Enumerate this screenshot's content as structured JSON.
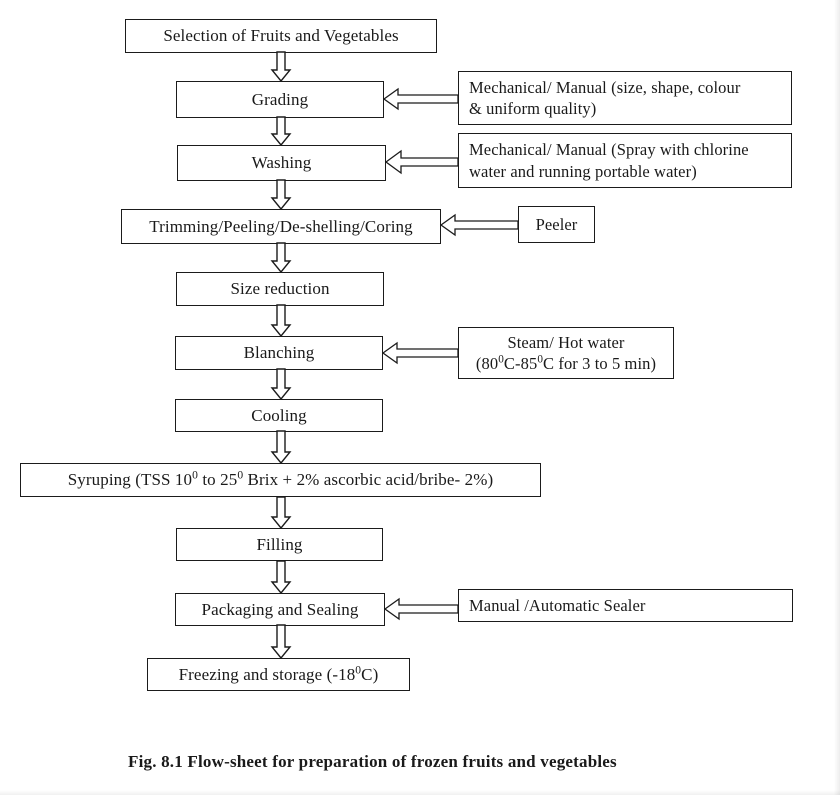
{
  "figure": {
    "caption": "Fig. 8.1 Flow-sheet for preparation of frozen fruits and vegetables",
    "background_color": "#ffffff",
    "line_color": "#1b1b1b"
  },
  "chart_data": {
    "type": "diagram",
    "title": "Fig. 8.1 Flow-sheet for preparation of frozen fruits and vegetables",
    "orientation": "top-to-bottom",
    "main_steps": [
      "Selection of Fruits and Vegetables",
      "Grading",
      "Washing",
      "Trimming/Peeling/De-shelling/Coring",
      "Size reduction",
      "Blanching",
      "Cooling",
      "Syruping (TSS 10⁰ to 25⁰ Brix + 2% ascorbic acid/bribe- 2%)",
      "Filling",
      "Packaging and Sealing",
      "Freezing and storage (-18⁰C)"
    ],
    "annotations": [
      {
        "target": "Grading",
        "text": "Mechanical/ Manual (size, shape, colour & uniform quality)"
      },
      {
        "target": "Washing",
        "text": "Mechanical/ Manual (Spray with chlorine water and running portable water)"
      },
      {
        "target": "Trimming/Peeling/De-shelling/Coring",
        "text": "Peeler"
      },
      {
        "target": "Blanching",
        "text": "Steam/ Hot water (80⁰C-85⁰C for 3 to 5 min)"
      },
      {
        "target": "Packaging and Sealing",
        "text": "Manual /Automatic Sealer"
      }
    ]
  },
  "nodes": {
    "selection": "Selection of Fruits and Vegetables",
    "grading": "Grading",
    "washing": "Washing",
    "trimming": "Trimming/Peeling/De-shelling/Coring",
    "size_reduction": "Size reduction",
    "blanching": "Blanching",
    "cooling": "Cooling",
    "syruping_pre": "Syruping (TSS 10",
    "syruping_sup1": "0",
    "syruping_mid": " to 25",
    "syruping_sup2": "0",
    "syruping_post": " Brix + 2% ascorbic acid/bribe- 2%)",
    "filling": "Filling",
    "packaging": "Packaging and Sealing",
    "freezing_pre": "Freezing and storage (-18",
    "freezing_sup": "0",
    "freezing_post": "C)"
  },
  "side_nodes": {
    "grading_note_line1": "Mechanical/ Manual (size, shape, colour",
    "grading_note_line2": "& uniform quality)",
    "washing_note_line1": "Mechanical/ Manual (Spray with chlorine",
    "washing_note_line2": "water and running portable water)",
    "peeler": "Peeler",
    "blanching_note_line1": "Steam/ Hot water",
    "blanching_note_pre": "(80",
    "blanching_note_sup1": "0",
    "blanching_note_mid": "C-85",
    "blanching_note_sup2": "0",
    "blanching_note_post": "C for 3 to 5 min)",
    "sealer": "Manual /Automatic Sealer"
  }
}
